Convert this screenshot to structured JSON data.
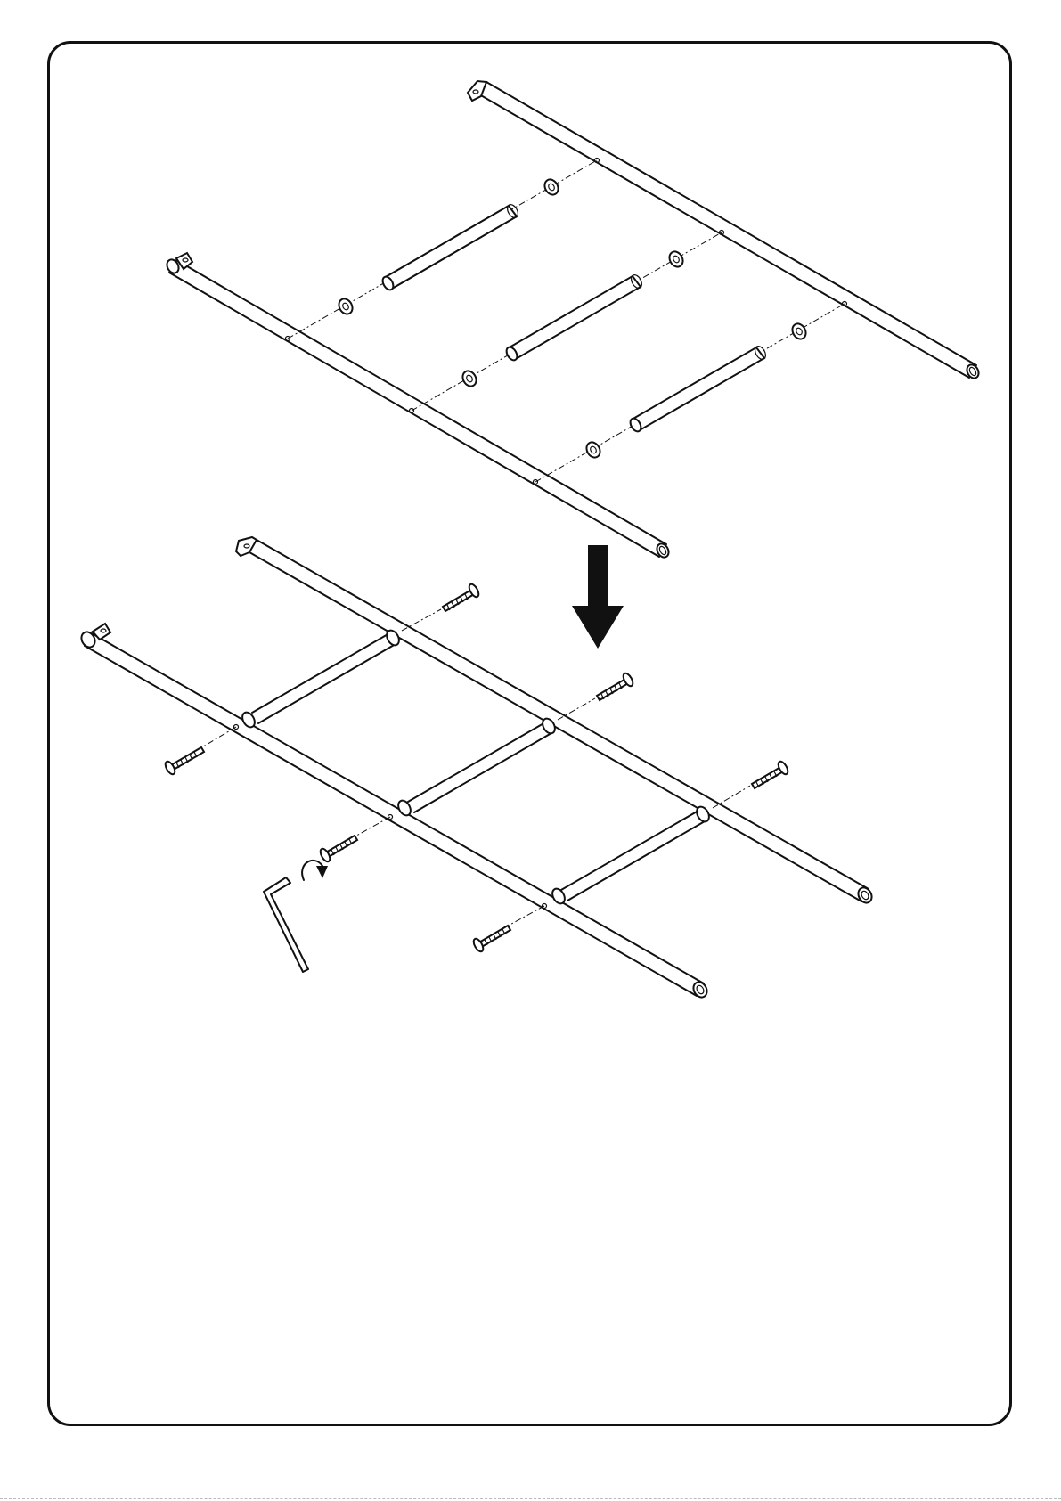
{
  "page": {
    "type": "assembly-instruction-step",
    "text": []
  },
  "diagram": {
    "top_view": {
      "description_parts": [
        "long-side-rail",
        "long-side-rail",
        "crossbar",
        "crossbar",
        "crossbar",
        "washer",
        "washer",
        "washer",
        "washer",
        "washer",
        "washer"
      ],
      "crossbar_count": 3,
      "washer_count": 6
    },
    "direction_arrow": "down-arrow",
    "bottom_view": {
      "crossbar_count": 3,
      "screw_count": 6,
      "tool": "allen-key",
      "rotation_hint": "clockwise-arrow-icon"
    }
  },
  "colors": {
    "ink": "#111111",
    "paper": "#ffffff"
  }
}
